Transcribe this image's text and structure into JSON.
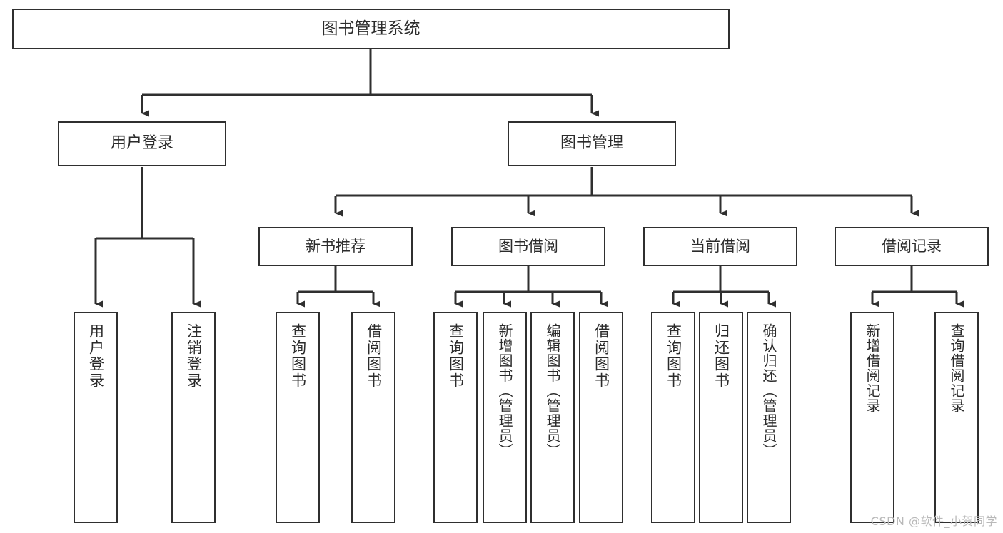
{
  "diagram": {
    "type": "tree",
    "title": "图书管理系统",
    "watermark": "CSDN @软件_小贺同学",
    "colors": {
      "box_border": "#2f2f2f",
      "box_fill": "#ffffff",
      "connector": "#2f2f2f",
      "text": "#2b2b2b",
      "watermark": "#b9b9b9",
      "background": "#ffffff"
    },
    "root": {
      "label": "图书管理系统"
    },
    "level2": [
      {
        "label": "用户登录"
      },
      {
        "label": "图书管理"
      }
    ],
    "level3": [
      {
        "label": "新书推荐"
      },
      {
        "label": "图书借阅"
      },
      {
        "label": "当前借阅"
      },
      {
        "label": "借阅记录"
      }
    ],
    "leaves": {
      "user_login": [
        {
          "label": "用户登录"
        },
        {
          "label": "注销登录"
        }
      ],
      "new_book_recommend": [
        {
          "label": "查询图书"
        },
        {
          "label": "借阅图书"
        }
      ],
      "book_borrow": [
        {
          "label": "查询图书"
        },
        {
          "label": "新增图书（管理员）"
        },
        {
          "label": "编辑图书（管理员）"
        },
        {
          "label": "借阅图书"
        }
      ],
      "current_borrow": [
        {
          "label": "查询图书"
        },
        {
          "label": "归还图书"
        },
        {
          "label": "确认归还（管理员）"
        }
      ],
      "borrow_record": [
        {
          "label": "新增借阅记录"
        },
        {
          "label": "查询借阅记录"
        }
      ]
    }
  }
}
